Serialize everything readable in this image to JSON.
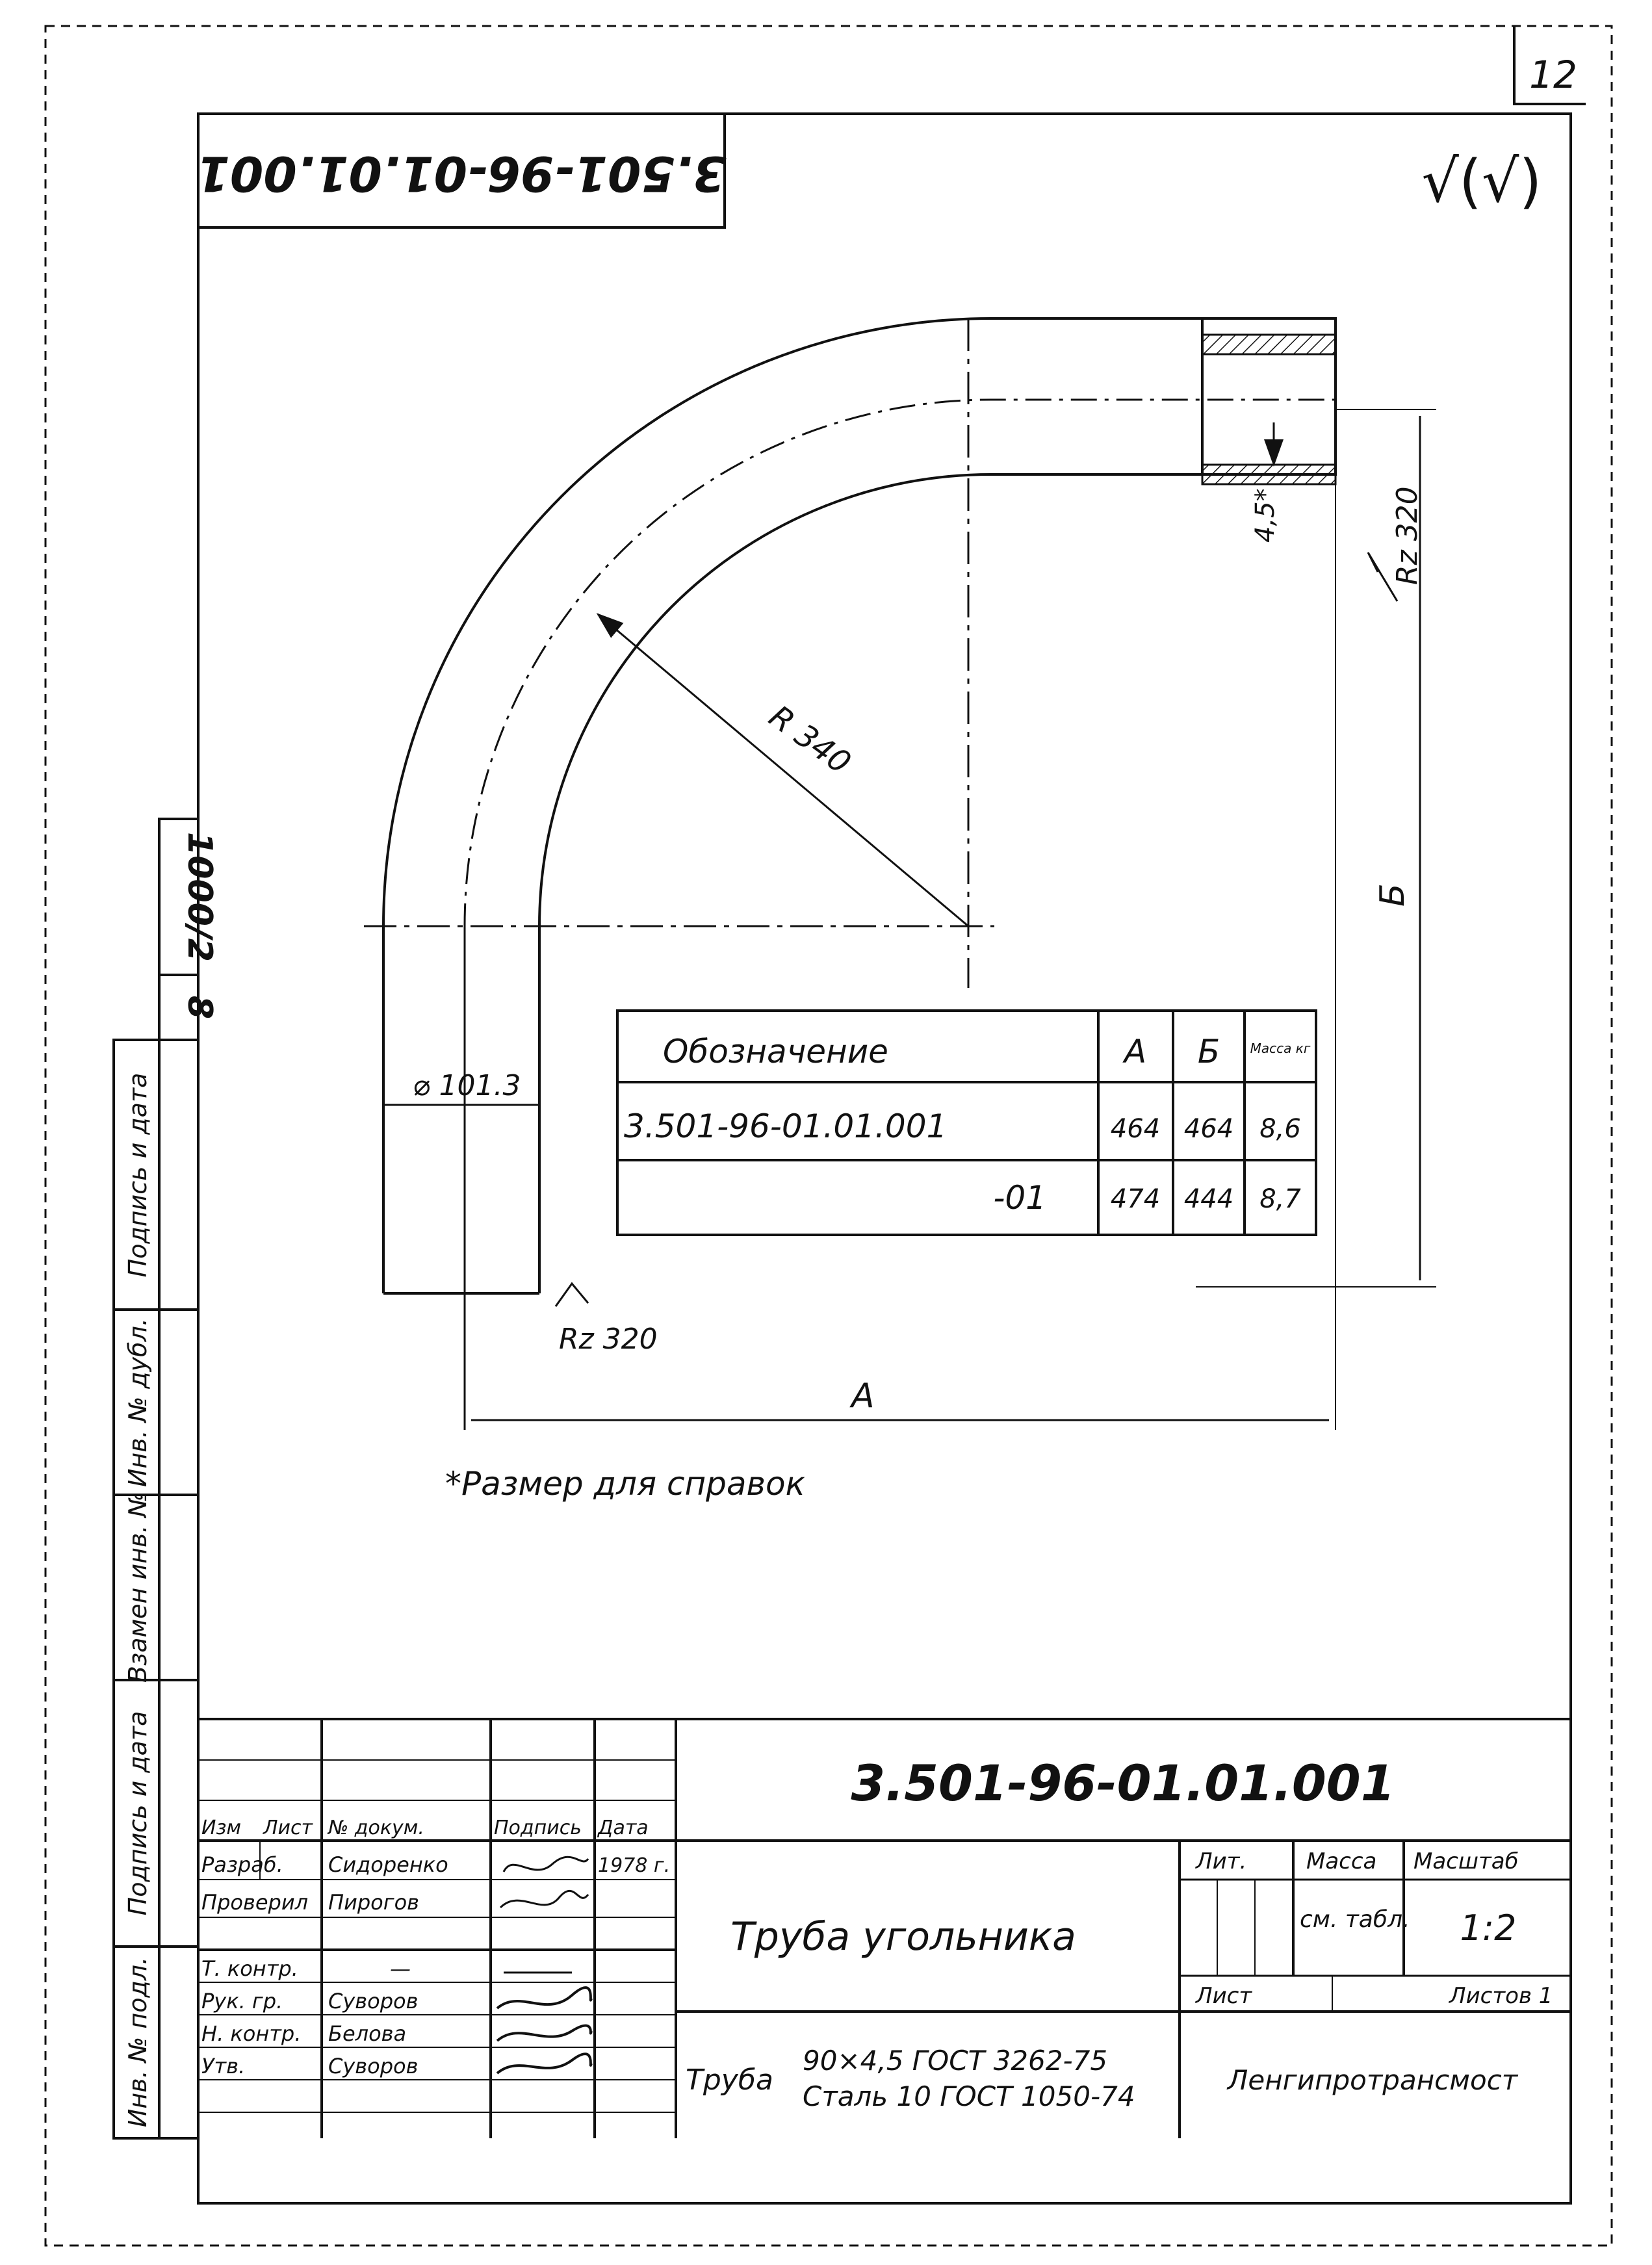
{
  "sheet_number": "12",
  "top_code": "3.501-96-01.01.001",
  "roughness_mark": "√(√)",
  "drawing": {
    "radius_label": "R 340",
    "diameter_label": "⌀ 101.3",
    "wall_label": "4,5*",
    "rz_right": "Rz 320",
    "rz_bottom": "Rz 320",
    "dim_a": "А",
    "dim_b": "Б",
    "note": "*Размер для справок"
  },
  "table": {
    "headers": [
      "Обозначение",
      "А",
      "Б",
      "Масса кг"
    ],
    "rows": [
      [
        "3.501-96-01.01.001",
        "464",
        "464",
        "8,6"
      ],
      [
        "-01",
        "474",
        "444",
        "8,7"
      ]
    ]
  },
  "side_stamp": {
    "inv": "1000/2",
    "num": "8",
    "labels": [
      "Подпись и дата",
      "Инв. № дубл.",
      "Взамен инв. №",
      "Подпись и дата",
      "Инв. № подл."
    ]
  },
  "title_block": {
    "code": "3.501-96-01.01.001",
    "name": "Труба угольника",
    "material_word": "Труба",
    "material_line1": "90×4,5 ГОСТ 3262-75",
    "material_line2": "Сталь 10 ГОСТ 1050-74",
    "org": "Ленгипротрансмост",
    "col_headers": [
      "Изм",
      "Лист",
      "№ докум.",
      "Подпись",
      "Дата"
    ],
    "roles": [
      {
        "role": "Разраб.",
        "name": "Сидоренко",
        "date": "1978 г."
      },
      {
        "role": "Проверил",
        "name": "Пирогов",
        "date": ""
      },
      {
        "role": "Т. контр.",
        "name": "—",
        "date": ""
      },
      {
        "role": "Рук. гр.",
        "name": "Суворов",
        "date": ""
      },
      {
        "role": "Н. контр.",
        "name": "Белова",
        "date": ""
      },
      {
        "role": "Утв.",
        "name": "Суворов",
        "date": ""
      }
    ],
    "lit_label": "Лит.",
    "mass_label": "Масса",
    "scale_label": "Масштаб",
    "mass_value": "см. табл.",
    "scale_value": "1:2",
    "sheet_label": "Лист",
    "sheets_label": "Листов 1"
  }
}
